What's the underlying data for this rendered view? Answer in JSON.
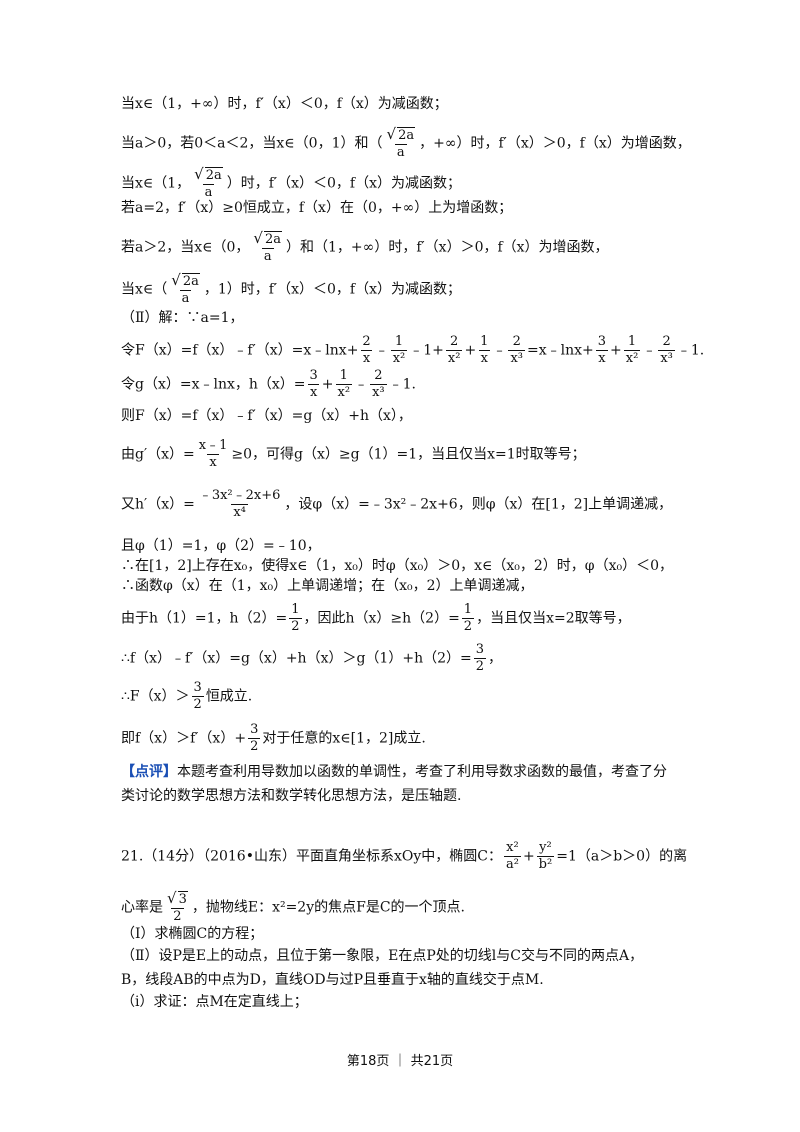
{
  "lines": [
    "当x∈（1，+∞）时，f′（x）＜0，f（x）为减函数；",
    [
      "当a＞0，若0＜a＜2，当x∈（0，1）和（",
      {
        "frac": [
          "√2a",
          "a"
        ]
      },
      "，+∞）时，f′（x）＞0，f（x）为增函数，"
    ],
    [
      "当x∈（1，",
      {
        "frac": [
          "√2a",
          "a"
        ]
      },
      "）时，f′（x）＜0，f（x）为减函数；"
    ],
    "若a=2，f′（x）≥0恒成立，f（x）在（0，+∞）上为增函数；",
    [
      "若a＞2，当x∈（0，",
      {
        "frac": [
          "√2a",
          "a"
        ]
      },
      "）和（1，+∞）时，f′（x）＞0，f（x）为增函数，"
    ],
    [
      "当x∈（",
      {
        "frac": [
          "√2a",
          "a"
        ]
      },
      "，1）时，f′（x）＜0，f（x）为减函数；"
    ],
    "（Ⅱ）解：∵a=1，",
    [
      "令F（x）=f（x）﹣f′（x）=x﹣lnx+",
      {
        "frac": [
          "2",
          "x"
        ]
      },
      "﹣",
      {
        "frac": [
          "1",
          "x²"
        ]
      },
      "﹣1+",
      {
        "frac": [
          "2",
          "x²"
        ]
      },
      "+",
      {
        "frac": [
          "1",
          "x"
        ]
      },
      "﹣",
      {
        "frac": [
          "2",
          "x³"
        ]
      },
      "=x﹣lnx+",
      {
        "frac": [
          "3",
          "x"
        ]
      },
      "+",
      {
        "frac": [
          "1",
          "x²"
        ]
      },
      "﹣",
      {
        "frac": [
          "2",
          "x³"
        ]
      },
      "﹣1."
    ],
    [
      "令g（x）=x﹣lnx，h（x）=",
      {
        "frac": [
          "3",
          "x"
        ]
      },
      "+",
      {
        "frac": [
          "1",
          "x²"
        ]
      },
      "﹣",
      {
        "frac": [
          "2",
          "x³"
        ]
      },
      "﹣1."
    ],
    "则F（x）=f（x）﹣f′（x）=g（x）+h（x），",
    [
      "由g′（x）=",
      {
        "frac": [
          "x﹣1",
          "x"
        ]
      },
      "≥0，可得g（x）≥g（1）=1，当且仅当x=1时取等号；"
    ],
    [
      "又h′（x）=",
      {
        "frac": [
          "﹣3x²﹣2x+6",
          "x⁴"
        ]
      },
      "，设φ（x）=﹣3x²﹣2x+6，则φ（x）在[1，2]上单调递减，"
    ],
    "且φ（1）=1，φ（2）=﹣10，",
    "∴在[1，2]上存在x₀，使得x∈（1，x₀）时φ（x₀）＞0，x∈（x₀，2）时，φ（x₀）＜0，",
    "∴函数φ（x）在（1，x₀）上单调递增；在（x₀，2）上单调递减，",
    [
      "由于h（1）=1，h（2）=",
      {
        "frac": [
          "1",
          "2"
        ]
      },
      "，因此h（x）≥h（2）=",
      {
        "frac": [
          "1",
          "2"
        ]
      },
      "，当且仅当x=2取等号，"
    ],
    [
      "∴f（x）﹣f′（x）=g（x）+h（x）＞g（1）+h（2）=",
      {
        "frac": [
          "3",
          "2"
        ]
      },
      "，"
    ],
    [
      "∴F（x）＞",
      {
        "frac": [
          "3",
          "2"
        ]
      },
      "恒成立."
    ],
    [
      "即f（x）＞f′（x）+",
      {
        "frac": [
          "3",
          "2"
        ]
      },
      "对于任意的x∈[1，2]成立."
    ],
    [
      {
        "tag": "【点评】"
      },
      "本题考查利用导数加以函数的单调性，考查了利用导数求函数的最值，考查了分"
    ],
    "类讨论的数学思想方法和数学转化思想方法，是压轴题.",
    [
      "21.（14分）（2016•山东）平面直角坐标系xOy中，椭圆C：",
      {
        "frac": [
          "x²",
          "a²"
        ]
      },
      "+",
      {
        "frac": [
          "y²",
          "b²"
        ]
      },
      "=1（a＞b＞0）的离"
    ],
    [
      "心率是",
      {
        "frac": [
          "√3",
          "2"
        ]
      },
      "，抛物线E：x²=2y的焦点F是C的一个顶点."
    ],
    "（Ⅰ）求椭圆C的方程；",
    "（Ⅱ）设P是E上的动点，且位于第一象限，E在点P处的切线l与C交与不同的两点A，",
    "B，线段AB的中点为D，直线OD与过P且垂直于x轴的直线交于点M.",
    "（i）求证：点M在定直线上；"
  ],
  "footer": "第18页 ｜ 共21页"
}
